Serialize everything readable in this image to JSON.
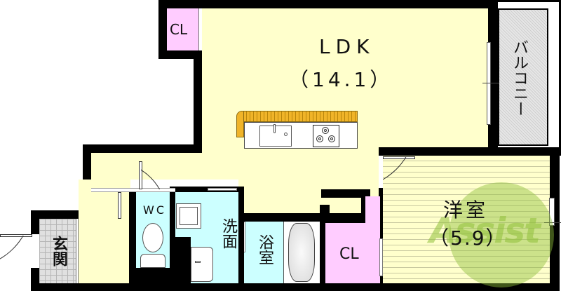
{
  "floor_plan": {
    "rooms": {
      "ldk": {
        "name": "LDK",
        "area": "（14.1）"
      },
      "bedroom": {
        "name": "洋室",
        "area": "（5.9）"
      },
      "balcony": {
        "name": "バルコニー"
      },
      "closet_top": {
        "name": "CL"
      },
      "closet_bottom": {
        "name": "CL"
      },
      "wc": {
        "name": "WC"
      },
      "washroom": {
        "name": "洗面"
      },
      "bath": {
        "name": "浴室"
      },
      "entrance": {
        "name": "玄関"
      }
    },
    "watermark": {
      "text": "Assist"
    },
    "colors": {
      "wall": "#000000",
      "ldk_floor": "#ffffcc",
      "closet": "#ffccff",
      "wet_area": "#ccffff",
      "kitchen_counter": "#f0b429",
      "watermark_green": "#8fbf3a"
    }
  }
}
